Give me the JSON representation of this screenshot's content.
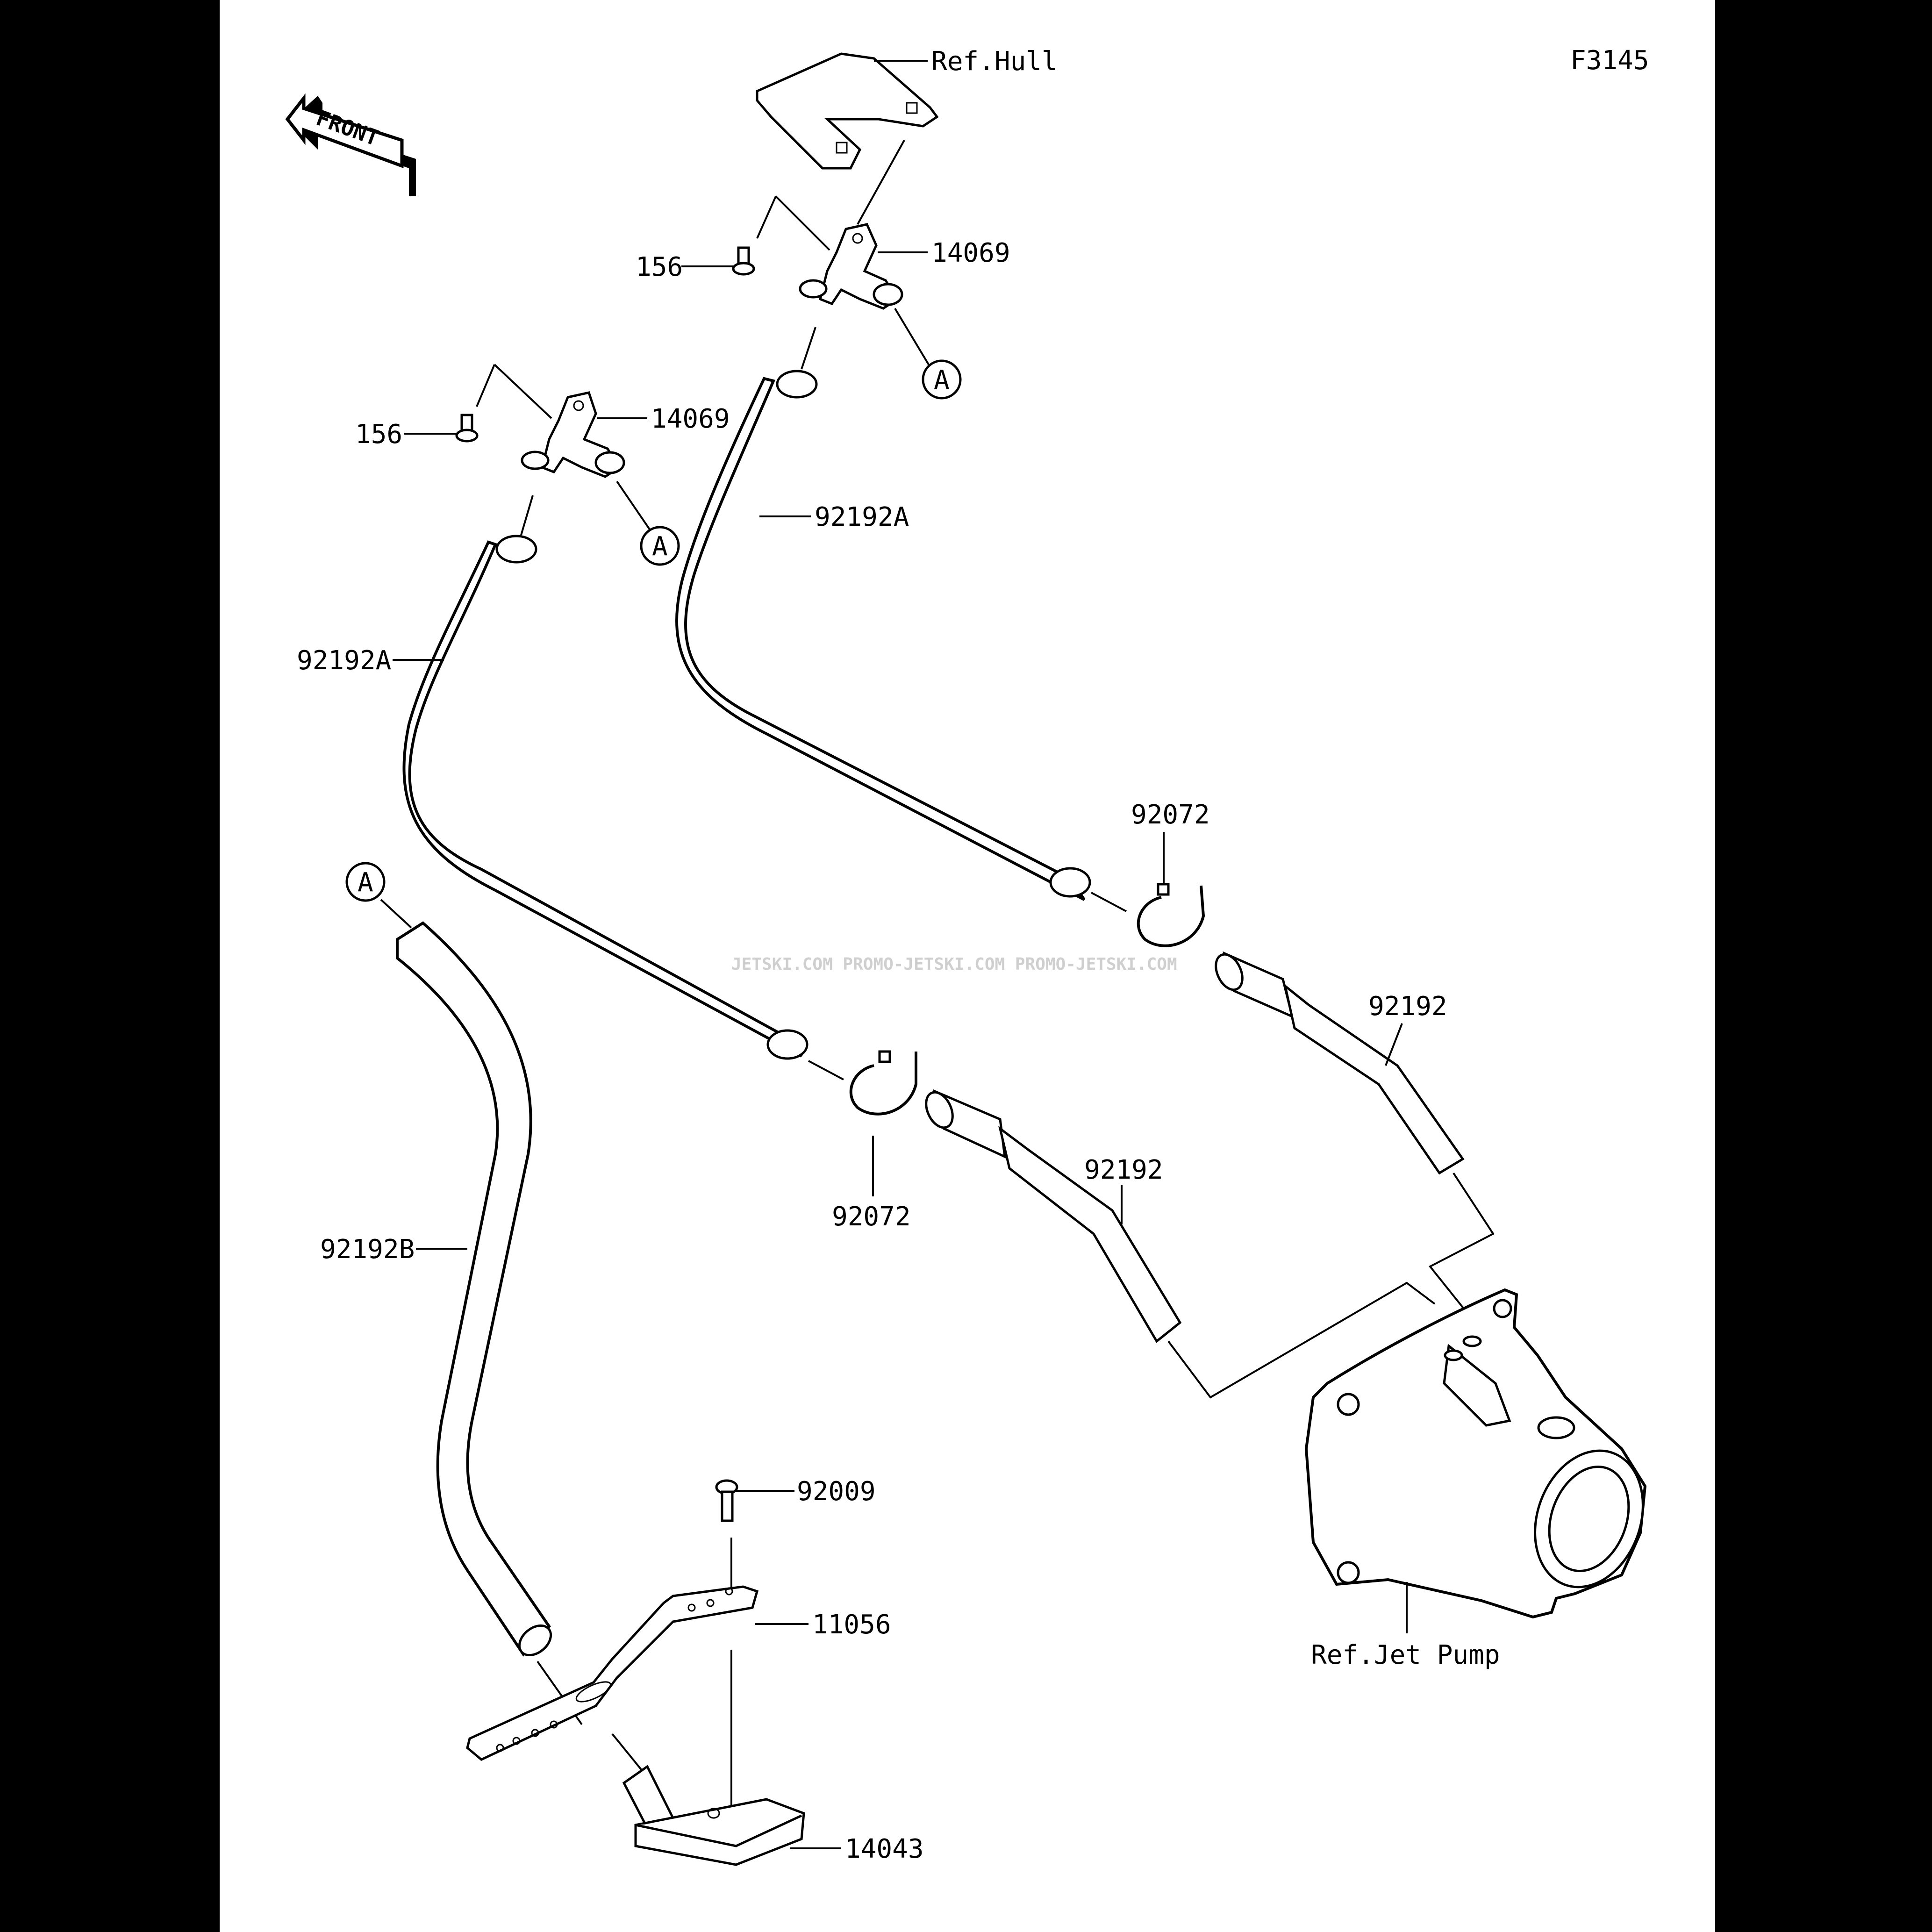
{
  "figure_code": "F3145",
  "front_label": "FRONT",
  "watermark": "JETSKI.COM  PROMO-JETSKI.COM  PROMO-JETSKI.COM",
  "labels": {
    "ref_hull": "Ref.Hull",
    "ref_jet_pump": "Ref.Jet Pump",
    "p156_top": "156",
    "p156_left": "156",
    "p14069_top": "14069",
    "p14069_left": "14069",
    "p92192A_right": "92192A",
    "p92192A_left": "92192A",
    "p92072_top": "92072",
    "p92072_bottom": "92072",
    "p92192_right": "92192",
    "p92192_mid": "92192",
    "p92192B": "92192B",
    "p92009": "92009",
    "p11056": "11056",
    "p14043": "14043"
  },
  "callouts": {
    "a1": "A",
    "a2": "A",
    "a3": "A"
  }
}
